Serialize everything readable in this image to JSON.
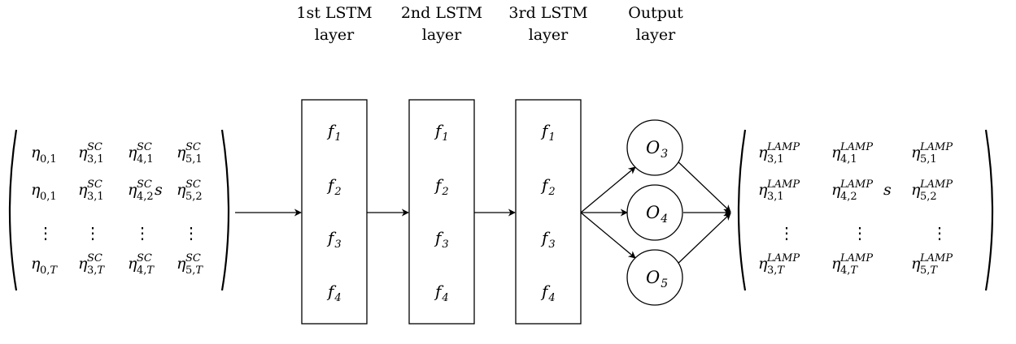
{
  "headers": [
    {
      "line1": "1st LSTM",
      "line2": "layer"
    },
    {
      "line1": "2nd LSTM",
      "line2": "layer"
    },
    {
      "line1": "3rd LSTM",
      "line2": "layer"
    },
    {
      "line1": "Output",
      "line2": "layer"
    }
  ],
  "input_matrix": {
    "symbol": "η",
    "rows": [
      [
        {
          "sub": "0,1",
          "sup": ""
        },
        {
          "sub": "3,1",
          "sup": "SC"
        },
        {
          "sub": "4,1",
          "sup": "SC"
        },
        {
          "sub": "5,1",
          "sup": "SC"
        }
      ],
      [
        {
          "sub": "0,1",
          "sup": ""
        },
        {
          "sub": "3,1",
          "sup": "SC"
        },
        {
          "sub": "4,2",
          "sup": "SC",
          "trail": "s"
        },
        {
          "sub": "5,2",
          "sup": "SC"
        }
      ],
      [
        {
          "sub": "0,T",
          "sup": ""
        },
        {
          "sub": "3,T",
          "sup": "SC"
        },
        {
          "sub": "4,T",
          "sup": "SC"
        },
        {
          "sub": "5,T",
          "sup": "SC"
        }
      ]
    ]
  },
  "lstm_units": [
    {
      "f": "f",
      "sub": "1"
    },
    {
      "f": "f",
      "sub": "2"
    },
    {
      "f": "f",
      "sub": "3"
    },
    {
      "f": "f",
      "sub": "4"
    }
  ],
  "output_nodes": [
    {
      "o": "O",
      "sub": "3"
    },
    {
      "o": "O",
      "sub": "4"
    },
    {
      "o": "O",
      "sub": "5"
    }
  ],
  "output_matrix": {
    "symbol": "η",
    "rows": [
      [
        {
          "sub": "3,1",
          "sup": "LAMP"
        },
        {
          "sub": "4,1",
          "sup": "LAMP"
        },
        {
          "sub": "5,1",
          "sup": "LAMP"
        }
      ],
      [
        {
          "sub": "3,1",
          "sup": "LAMP"
        },
        {
          "sub": "4,2",
          "sup": "LAMP",
          "trail": "s"
        },
        {
          "sub": "5,2",
          "sup": "LAMP"
        }
      ],
      [
        {
          "sub": "3,T",
          "sup": "LAMP"
        },
        {
          "sub": "4,T",
          "sup": "LAMP"
        },
        {
          "sub": "5,T",
          "sup": "LAMP"
        }
      ]
    ]
  },
  "vdots": "⋮"
}
